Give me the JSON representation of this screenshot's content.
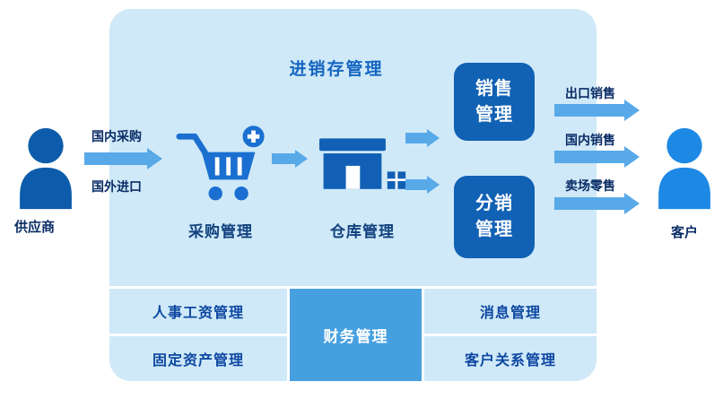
{
  "title": "进销存管理",
  "supplier": {
    "label": "供应商",
    "icon": "person-icon",
    "color": "#0d5cab"
  },
  "customer": {
    "label": "客户",
    "icon": "person-icon",
    "color": "#1e88e5"
  },
  "left_flow": {
    "top": "国内采购",
    "bottom": "国外进口"
  },
  "modules": {
    "purchase": {
      "label": "采购管理",
      "icon": "shopping-cart-plus-icon"
    },
    "warehouse": {
      "label": "仓库管理",
      "icon": "warehouse-store-icon"
    },
    "sales": {
      "label": "销售管理"
    },
    "distribution": {
      "label": "分销管理"
    }
  },
  "right_flow": [
    {
      "label": "出口销售"
    },
    {
      "label": "国内销售"
    },
    {
      "label": "卖场零售"
    }
  ],
  "bottom_modules": {
    "hr": "人事工资管理",
    "fixed_assets": "固定资产管理",
    "finance": "财务管理",
    "message": "消息管理",
    "crm": "客户关系管理"
  },
  "colors": {
    "panel_background": "#cfe9f8",
    "dark_box": "#1161b4",
    "arrow": "#58a9e8",
    "finance_cell": "#46a0e0",
    "title_text": "#1565c0",
    "supplier_icon": "#0d5cab",
    "customer_icon": "#1e88e5"
  }
}
